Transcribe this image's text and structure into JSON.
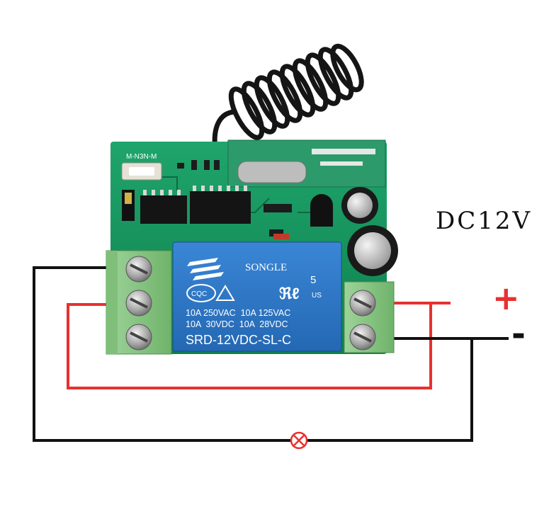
{
  "supply": {
    "voltage_label": "DC12V",
    "plus_label": "+",
    "minus_label": "-",
    "plus_color": "#e8312f",
    "minus_color": "#111111"
  },
  "relay": {
    "brand": "SONGLE",
    "rating_number": "5",
    "cert_left": "CQC",
    "cert_us": "US",
    "rating_line1": "10A 250VAC  10A 125VAC",
    "rating_line2": "10A  30VDC  10A  28VDC",
    "model": "SRD-12VDC-SL-C",
    "color": "#2f77c4"
  },
  "board": {
    "silk_top": "M-N3N-M",
    "pcb_color": "#16925d"
  },
  "load": {
    "icon": "lamp-icon"
  },
  "wires": {
    "red": "#e8312f",
    "black": "#111111"
  }
}
